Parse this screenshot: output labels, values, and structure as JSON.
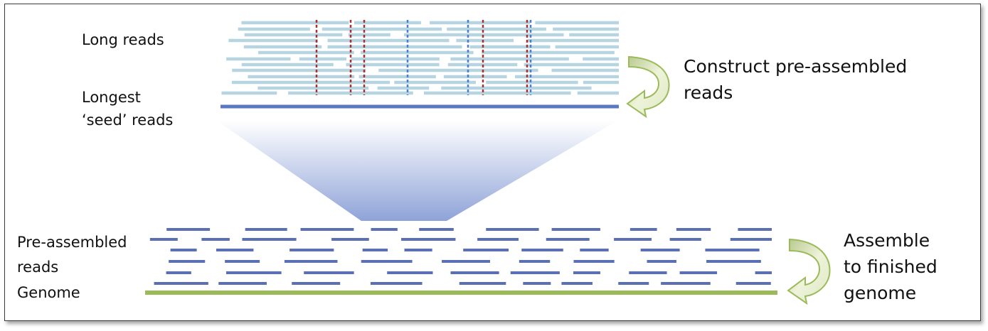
{
  "labels": {
    "long_reads": "Long reads",
    "longest_seed_1": "Longest",
    "longest_seed_2": "‘seed’ reads",
    "construct_1": "Construct pre-assembled",
    "construct_2": "reads",
    "preassembled_1": "Pre-assembled",
    "preassembled_2": "reads",
    "genome": "Genome",
    "assemble_1": "Assemble",
    "assemble_2": "to finished",
    "assemble_3": "genome"
  },
  "colors": {
    "long_read": "#b7d5e0",
    "seed_read": "#5b79c0",
    "preassembled_read": "#5b6fb5",
    "genome": "#9bbb59",
    "error_red": "#a83232",
    "error_blue": "#4a7fd0",
    "funnel_top": "#ffffff",
    "funnel_bottom": "#8fa3d8",
    "arrow_fill": "#e4ecc9",
    "arrow_stroke": "#9bbb59"
  },
  "icons": [
    "curved-arrow-icon",
    "curved-arrow-icon"
  ]
}
